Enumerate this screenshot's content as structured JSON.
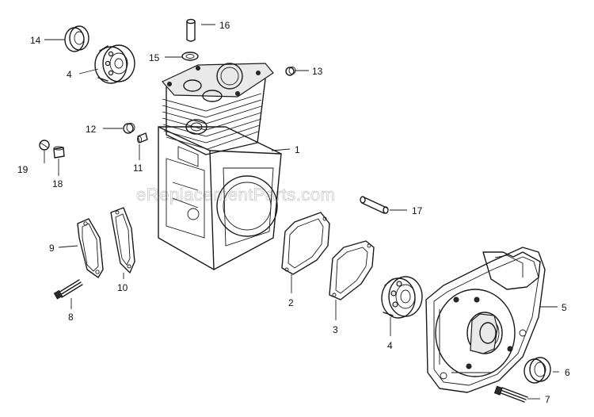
{
  "watermark": "eReplacementParts.com",
  "callouts": {
    "c1": "1",
    "c2": "2",
    "c3": "3",
    "c4a": "4",
    "c4b": "4",
    "c5": "5",
    "c6": "6",
    "c7": "7",
    "c8": "8",
    "c9": "9",
    "c10": "10",
    "c11": "11",
    "c12": "12",
    "c13": "13",
    "c14": "14",
    "c15": "15",
    "c16": "16",
    "c17": "17",
    "c18": "18",
    "c19": "19"
  }
}
